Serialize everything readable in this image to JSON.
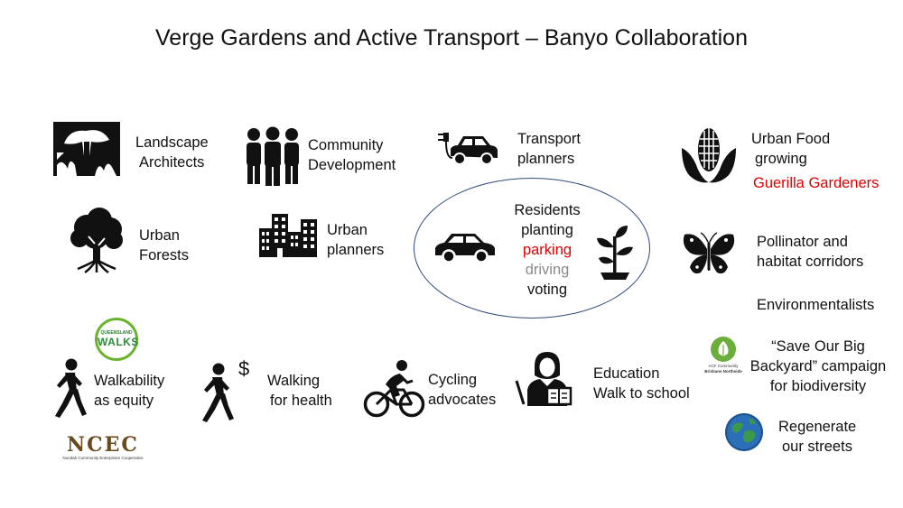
{
  "title": "Verge Gardens and Active Transport – Banyo Collaboration",
  "nodes": {
    "landscape": {
      "line1": "Landscape",
      "line2": "Architects",
      "icon": "landscape-icon"
    },
    "community": {
      "line1": "Community",
      "line2": "Development",
      "icon": "people-group-icon"
    },
    "transport": {
      "line1": "Transport",
      "line2": "planners",
      "icon": "electric-car-icon"
    },
    "food": {
      "line1": "Urban Food",
      "line2": "growing",
      "line3": "Guerilla Gardeners",
      "icon": "corn-icon"
    },
    "forests": {
      "line1": "Urban",
      "line2": "Forests",
      "icon": "tree-icon"
    },
    "urban_planners": {
      "line1": "Urban",
      "line2": "planners",
      "icon": "buildings-icon"
    },
    "residents": {
      "line1": "Residents",
      "line2": "planting",
      "line3": "parking",
      "line4": "driving",
      "line5": "voting",
      "icons": [
        "car-icon",
        "plant-icon"
      ]
    },
    "pollinator": {
      "line1": "Pollinator and",
      "line2": "habitat corridors",
      "icon": "butterfly-icon"
    },
    "environmentalists": {
      "line1": "Environmentalists"
    },
    "walkability": {
      "line1": "Walkability",
      "line2": "as equity",
      "icon": "walking-person-icon"
    },
    "walking_health": {
      "line1": "Walking",
      "line2": "for health",
      "icon": "walking-dollar-icon",
      "symbol": "$"
    },
    "cycling": {
      "line1": "Cycling",
      "line2": "advocates",
      "icon": "cyclist-icon"
    },
    "education": {
      "line1": "Education",
      "line2": "Walk to school",
      "icon": "teacher-icon"
    },
    "backyard": {
      "line1": "“Save Our Big",
      "line2": "Backyard” campaign",
      "line3": "for biodiversity"
    },
    "regenerate": {
      "line1": "Regenerate",
      "line2": "our streets"
    }
  },
  "logos": {
    "walks": {
      "small": "QUEENSLAND",
      "big": "WALKS"
    },
    "ncec": {
      "big": "NCEC",
      "small": "Nundah Community Enterprises Cooperative"
    },
    "acf": {
      "line1": "ACF Community",
      "line2": "Brisbane Northside"
    }
  },
  "colors": {
    "red": "#e00000",
    "grey": "#8a8a8a",
    "ellipse": "#2f4a7a",
    "walks_green": "#69b32f"
  }
}
